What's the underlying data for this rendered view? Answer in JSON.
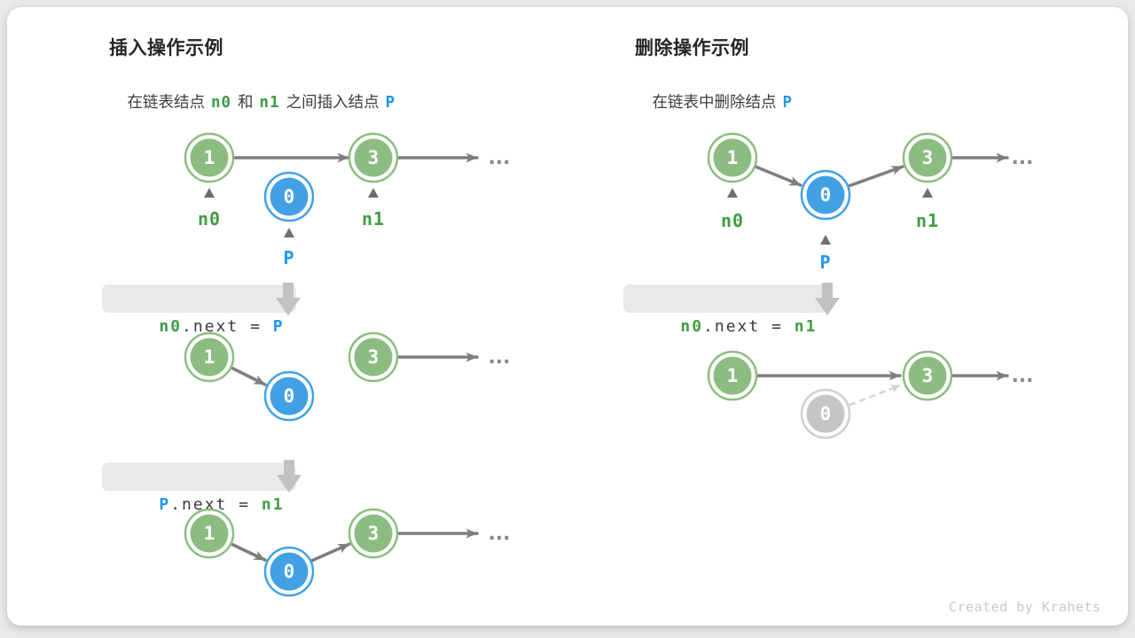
{
  "colors": {
    "node_green": "#8CBD80",
    "node_blue": "#42A1E4",
    "node_gray": "#C6C6C6",
    "label_green": "#3F9D44",
    "label_blue": "#2196F3",
    "arrow_gray": "#7E7E7E",
    "code_chip_bg": "#E9E9E9",
    "block_arrow_gray": "#C2C2C2",
    "card_bg": "#FFFFFF"
  },
  "insert_section": {
    "title": "插入操作示例",
    "subtitle": {
      "part1": "在链表结点",
      "n0": "n0",
      "part2": "和",
      "n1": "n1",
      "part3": "之间插入结点",
      "p": "P"
    },
    "code_step1": {
      "lhs": "n0",
      "op": ".next = ",
      "rhs": "P"
    },
    "code_step2": {
      "lhs": "P",
      "op": ".next = ",
      "rhs": "n1"
    }
  },
  "delete_section": {
    "title": "删除操作示例",
    "subtitle": {
      "part1": "在链表中删除结点",
      "p": "P"
    },
    "code_step1": {
      "lhs": "n0",
      "op": ".next = ",
      "rhs": "n1"
    }
  },
  "nodes": {
    "value1": "1",
    "value0": "0",
    "value3": "3"
  },
  "pointer_labels": {
    "n0": "n0",
    "n1": "n1",
    "p": "P"
  },
  "ellipsis": "...",
  "credit": "Created by Krahets"
}
